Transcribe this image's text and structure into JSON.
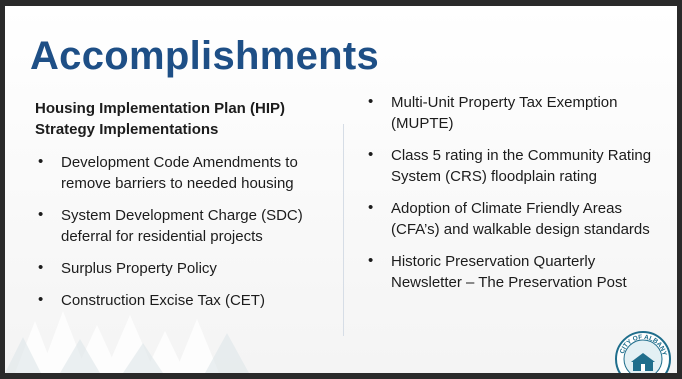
{
  "slide": {
    "title": "Accomplishments",
    "left_column": {
      "subheading": "Housing Implementation Plan (HIP) Strategy Implementations",
      "items": [
        "Development Code Amendments to remove barriers to needed housing",
        "System Development Charge (SDC) deferral for residential projects",
        "Surplus Property Policy",
        "Construction Excise Tax (CET)"
      ]
    },
    "right_column": {
      "items": [
        "Multi-Unit Property Tax Exemption (MUPTE)",
        "Class 5 rating in the Community Rating System (CRS) floodplain rating",
        "Adoption of Climate Friendly Areas  (CFA’s) and walkable design standards",
        "Historic Preservation Quarterly Newsletter – The Preservation Post"
      ]
    },
    "seal_text": "CITY OF ALBANY"
  },
  "colors": {
    "title": "#1e4f86",
    "text": "#1c1c1c",
    "seal": "#1f6e8c"
  }
}
